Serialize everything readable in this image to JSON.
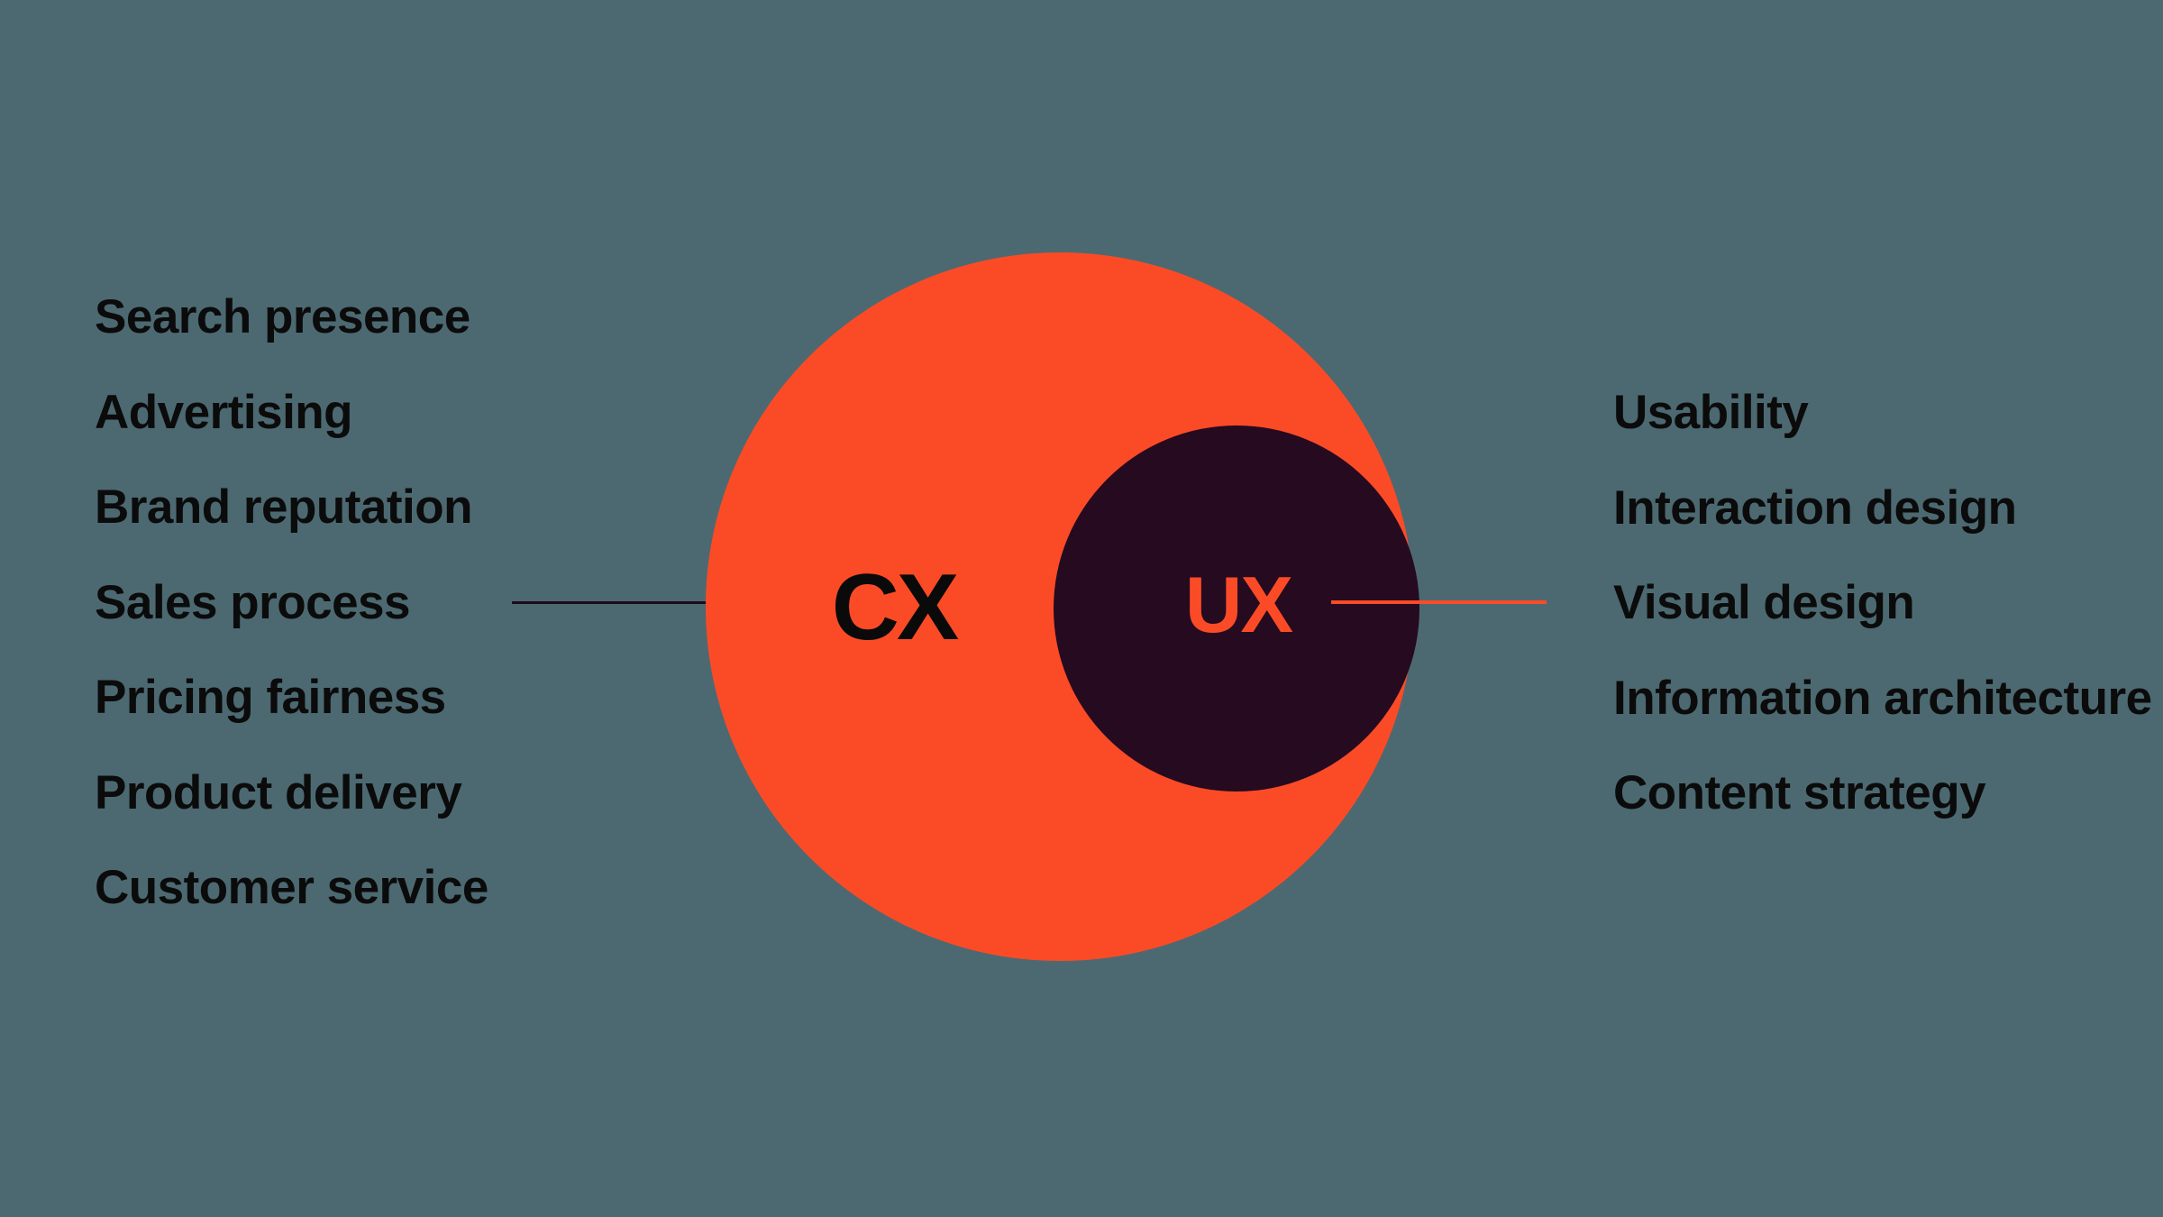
{
  "diagram": {
    "cx_label": "CX",
    "ux_label": "UX",
    "cx_items": [
      "Search presence",
      "Advertising",
      "Brand reputation",
      "Sales process",
      "Pricing fairness",
      "Product delivery",
      "Customer service"
    ],
    "ux_items": [
      "Usability",
      "Interaction design",
      "Visual design",
      "Information architecture",
      "Content strategy"
    ]
  },
  "colors": {
    "background": "#4C6971",
    "cx_circle": "#FB4B26",
    "ux_circle": "#250A20",
    "list_text": "#0B0B0B",
    "cx_label": "#0A0A0A",
    "ux_label": "#FB4B26",
    "left_line": "#1E0A1B",
    "right_line": "#FB4B26"
  }
}
